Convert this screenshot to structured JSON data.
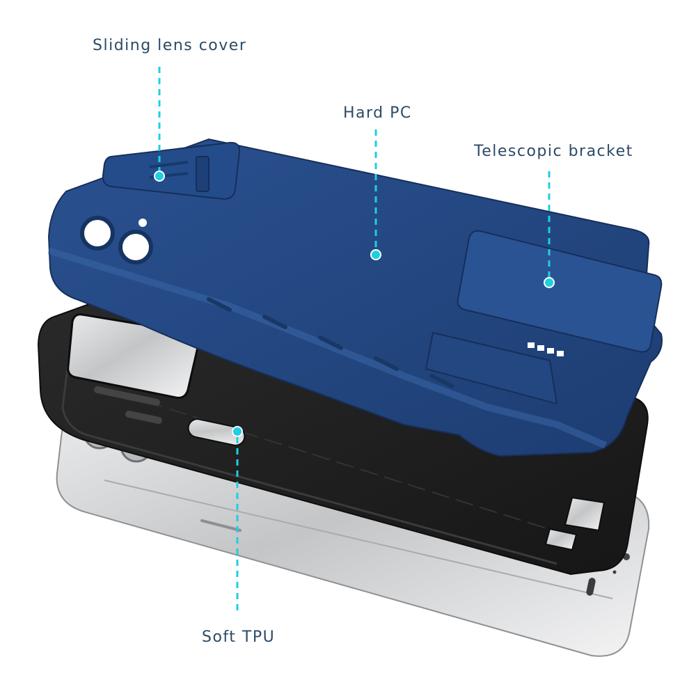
{
  "colors": {
    "callout_line": "#1ecfe0",
    "label_text": "#2c4a66",
    "hard_pc_blue": "#22457e",
    "soft_tpu_black": "#1f1f1f",
    "phone_silver": "#c9cbcd"
  },
  "callouts": {
    "sliding_lens_cover": "Sliding lens cover",
    "hard_pc": "Hard PC",
    "telescopic_bracket": "Telescopic bracket",
    "soft_tpu": "Soft TPU"
  }
}
